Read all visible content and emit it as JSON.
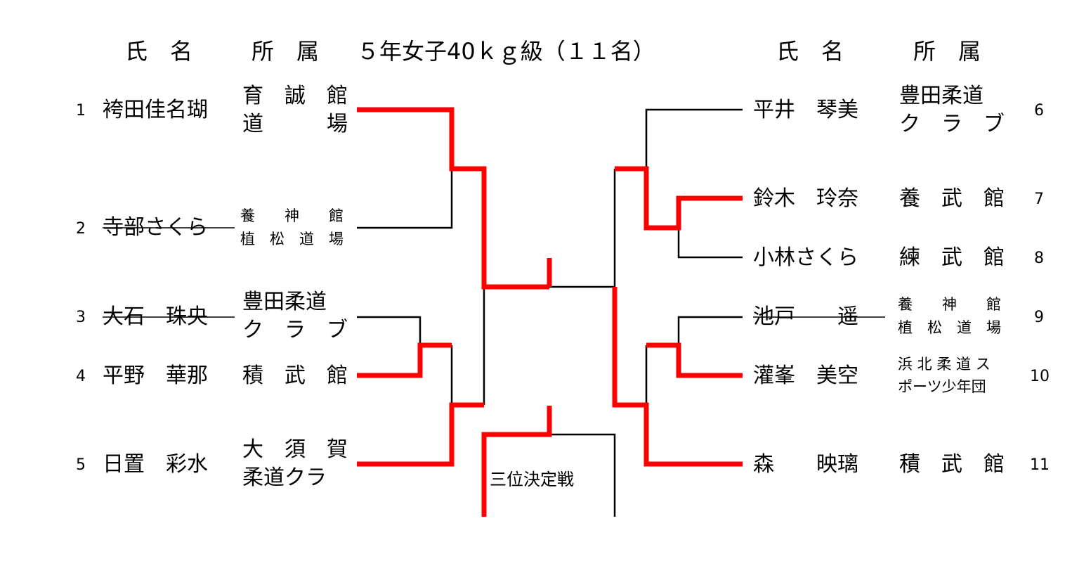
{
  "header": {
    "name_left": "氏　名",
    "club_left": "所　属",
    "title": "５年女子40ｋｇ級（１１名）",
    "name_right": "氏　名",
    "club_right": "所　属"
  },
  "left": [
    {
      "num": "1",
      "name": "袴田佳名瑚",
      "club1": "育　誠　館",
      "club2": "道　　　場",
      "struck": false
    },
    {
      "num": "2",
      "name": "寺部さくら",
      "club1": "養　　神　　館",
      "club2": "植　松　道　場",
      "struck": true
    },
    {
      "num": "3",
      "name": "大石　珠央",
      "club1": "豊田柔道",
      "club2": "ク　ラ　ブ",
      "struck": true
    },
    {
      "num": "4",
      "name": "平野　華那",
      "club1": "積　武　館",
      "club2": "",
      "struck": false
    },
    {
      "num": "5",
      "name": "日置　彩水",
      "club1": "大　須　賀",
      "club2": "柔道クラ",
      "struck": false
    }
  ],
  "right": [
    {
      "num": "6",
      "name": "平井　琴美",
      "club1": "豊田柔道",
      "club2": "ク　ラ　ブ",
      "struck": false
    },
    {
      "num": "7",
      "name": "鈴木　玲奈",
      "club1": "養　武　館",
      "club2": "",
      "struck": false
    },
    {
      "num": "8",
      "name": "小林さくら",
      "club1": "練　武　館",
      "club2": "",
      "struck": false
    },
    {
      "num": "9",
      "name": "池戸　　遥",
      "club1": "養　　神　　館",
      "club2": "植　松　道　場",
      "struck": true
    },
    {
      "num": "10",
      "name": "灌峯　美空",
      "club1": "浜 北 柔 道 ス",
      "club2": "ポーツ少年団",
      "struck": false
    },
    {
      "num": "11",
      "name": "森　　映璃",
      "club1": "積　武　館",
      "club2": "",
      "struck": false
    }
  ],
  "third_place": "三位決定戦",
  "colors": {
    "winner": "#ff0000",
    "line": "#000000"
  }
}
